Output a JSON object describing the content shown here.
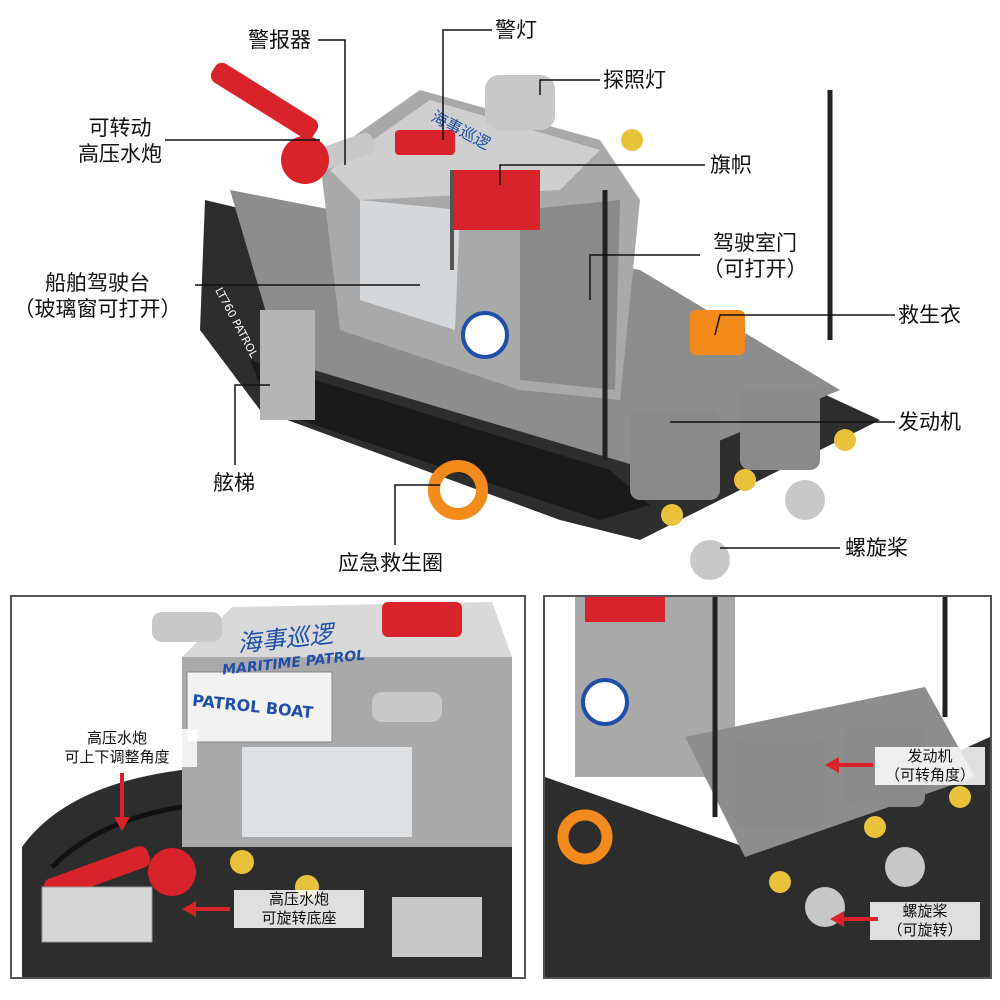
{
  "colors": {
    "hull": "#2d2d2d",
    "gray": "#9a9a9a",
    "light_gray": "#c8c8c8",
    "red": "#d8232a",
    "orange": "#f28a1c",
    "yellow": "#e8c23a",
    "line": "#111111",
    "blue": "#1f4fa8"
  },
  "callouts": {
    "siren": "警报器",
    "warning_light": "警灯",
    "searchlight": "探照灯",
    "water_cannon_line1": "可转动",
    "water_cannon_line2": "高压水炮",
    "flag": "旗帜",
    "cabin_door_line1": "驾驶室门",
    "cabin_door_line2": "（可打开）",
    "bridge_line1": "船舶驾驶台",
    "bridge_line2": "（玻璃窗可打开）",
    "life_jacket": "救生衣",
    "engine": "发动机",
    "ladder": "舷梯",
    "life_ring": "应急救生圈",
    "propeller": "螺旋桨"
  },
  "boat_text": {
    "cabin_top": "海事巡逻",
    "hull_side": "LT760 PATROL"
  },
  "detail_left": {
    "roof_cn": "海事巡逻",
    "roof_en": "MARITIME PATROL",
    "sign": "PATROL BOAT",
    "cannon_adjust_line1": "高压水炮",
    "cannon_adjust_line2": "可上下调整角度",
    "cannon_base_line1": "高压水炮",
    "cannon_base_line2": "可旋转底座"
  },
  "detail_right": {
    "engine_line1": "发动机",
    "engine_line2": "（可转角度）",
    "prop_line1": "螺旋桨",
    "prop_line2": "（可旋转）"
  }
}
